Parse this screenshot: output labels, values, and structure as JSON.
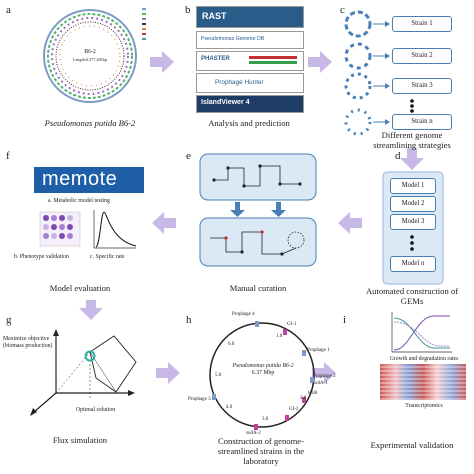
{
  "panels": {
    "a": {
      "letter": "a",
      "caption": "Pseudomonas putida B6-2",
      "genome_center_line1": "B6-2",
      "genome_center_line2": "Length:6,377,401bp"
    },
    "b": {
      "letter": "b",
      "caption": "Analysis and prediction",
      "tools": [
        "RAST",
        "Pseudomonas Genome DB",
        "PHASTER",
        "Prophage Hunter",
        "IslandViewer 4"
      ]
    },
    "c": {
      "letter": "c",
      "caption_line1": "Different genome",
      "caption_line2": "streamlining strategies",
      "strains": [
        "Strain 1",
        "Strain 2",
        "Strain 3",
        "Strain n"
      ]
    },
    "d": {
      "letter": "d",
      "caption_line1": "Automated construction of",
      "caption_line2": "GEMs",
      "models": [
        "Model 1",
        "Model 2",
        "Model 3",
        "Model n"
      ]
    },
    "e": {
      "letter": "e",
      "caption": "Manual curation"
    },
    "f": {
      "letter": "f",
      "caption": "Model evaluation",
      "logo": "memote",
      "label_a": "a. Metabolic model testing",
      "label_b": "b. Phenotype validation",
      "label_c": "c. Specific rate"
    },
    "g": {
      "letter": "g",
      "caption": "Flux simulation",
      "objective_line1": "Maximize objective",
      "objective_line2": "(biomass production)",
      "optimal": "Optimal solution"
    },
    "h": {
      "letter": "h",
      "caption_line1": "Construction of genome-",
      "caption_line2": "streamlined strains in the",
      "caption_line3": "laboratory",
      "center_line1": "Pseudomonas putida B6-2",
      "center_line2": "6.37 Mbp",
      "markers": [
        "Prophage 4",
        "GI-1",
        "Prophage 1",
        "Prophage 2",
        "sodA-1",
        "lexB",
        "GI-2",
        "sodA-2",
        "Prophage 3"
      ],
      "ticks": [
        "1.0",
        "2.0",
        "3.0",
        "4.0",
        "5.0",
        "6.0"
      ]
    },
    "i": {
      "letter": "i",
      "caption": "Experimental validation",
      "label_rates": "Growth and degradation rates",
      "label_trans": "Transcriptomics"
    }
  },
  "colors": {
    "arrow": "#c8b8e6",
    "accent": "#4a7fb5",
    "memote": "#1f5fa8",
    "curation_fill": "#dbe8f6"
  }
}
